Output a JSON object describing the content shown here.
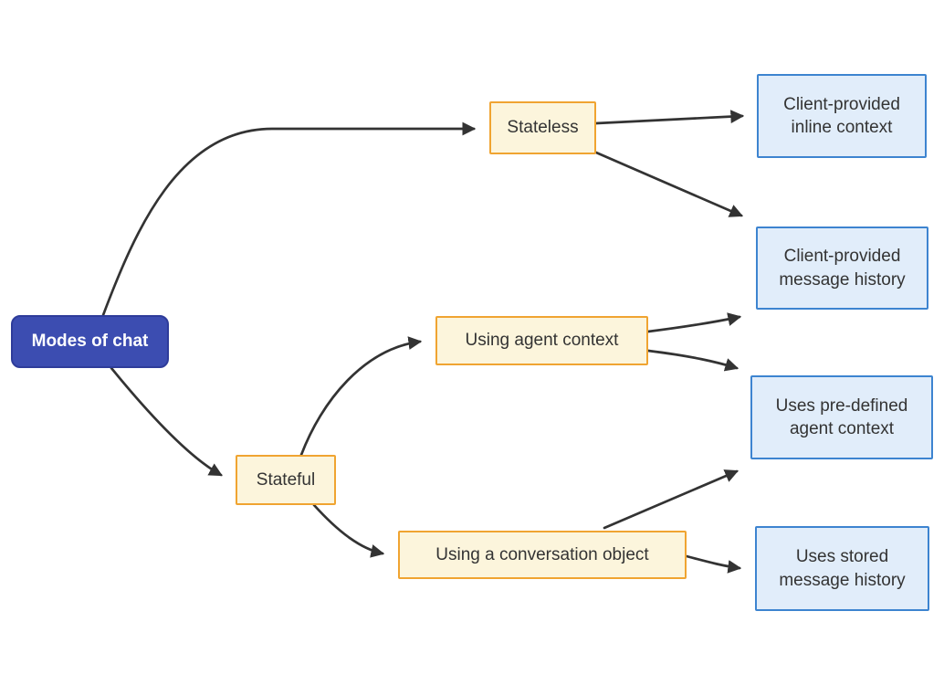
{
  "diagram": {
    "type": "flowchart",
    "direction": "left-to-right",
    "background": "#ffffff",
    "colors": {
      "root_fill": "#3C4DB1",
      "root_border": "#2E3C9A",
      "root_text": "#FFFFFF",
      "branch_fill": "#FCF5DC",
      "branch_border": "#F0A431",
      "leaf_fill": "#E1EDFA",
      "leaf_border": "#3D84D0",
      "edge_color": "#333333",
      "text_color": "#333333"
    },
    "nodes": [
      {
        "id": "modes-of-chat",
        "label": "Modes of chat",
        "role": "root"
      },
      {
        "id": "stateless",
        "label": "Stateless",
        "role": "branch"
      },
      {
        "id": "stateful",
        "label": "Stateful",
        "role": "branch"
      },
      {
        "id": "using-agent-context",
        "label": "Using agent context",
        "role": "branch"
      },
      {
        "id": "using-a-conversation-object",
        "label": "Using a conversation object",
        "role": "branch"
      },
      {
        "id": "client-provided-inline-context",
        "label": "Client-provided inline context",
        "role": "leaf"
      },
      {
        "id": "client-provided-message-history",
        "label": "Client-provided message history",
        "role": "leaf"
      },
      {
        "id": "uses-pre-defined-agent-context",
        "label": "Uses pre-defined agent context",
        "role": "leaf"
      },
      {
        "id": "uses-stored-message-history",
        "label": "Uses stored message history",
        "role": "leaf"
      }
    ],
    "edges": [
      {
        "from": "modes-of-chat",
        "to": "stateless"
      },
      {
        "from": "modes-of-chat",
        "to": "stateful"
      },
      {
        "from": "stateless",
        "to": "client-provided-inline-context"
      },
      {
        "from": "stateless",
        "to": "client-provided-message-history"
      },
      {
        "from": "stateful",
        "to": "using-agent-context"
      },
      {
        "from": "stateful",
        "to": "using-a-conversation-object"
      },
      {
        "from": "using-agent-context",
        "to": "client-provided-message-history"
      },
      {
        "from": "using-agent-context",
        "to": "uses-pre-defined-agent-context"
      },
      {
        "from": "using-a-conversation-object",
        "to": "uses-pre-defined-agent-context"
      },
      {
        "from": "using-a-conversation-object",
        "to": "uses-stored-message-history"
      }
    ]
  }
}
